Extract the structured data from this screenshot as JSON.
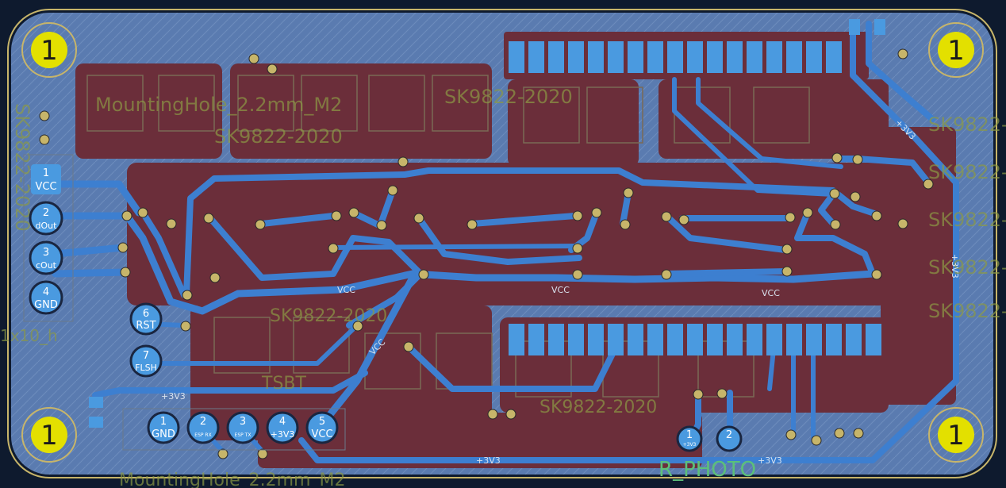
{
  "board": {
    "mounting_hole_label": "1",
    "colors": {
      "background": "#0e1a2e",
      "copper_pour": "#5a7bb0",
      "track": "#3d7fd0",
      "clearance": "#6b2e3a",
      "pad": "#4a9ae0",
      "drill_ring": "#c7b56a",
      "hole_yellow": "#e3e000",
      "silkscreen": "#8c9a45"
    },
    "left_connector": [
      {
        "num": "1",
        "name": "VCC"
      },
      {
        "num": "2",
        "name": "dOut"
      },
      {
        "num": "3",
        "name": "cOut"
      },
      {
        "num": "4",
        "name": "GND"
      }
    ],
    "prog_pads": [
      {
        "num": "6",
        "name": "RST"
      },
      {
        "num": "7",
        "name": "FLSH"
      }
    ],
    "bottom_connector": [
      {
        "num": "1",
        "name": "GND"
      },
      {
        "num": "2",
        "name": "ESP RX"
      },
      {
        "num": "3",
        "name": "ESP TX"
      },
      {
        "num": "4",
        "name": "+3V3"
      },
      {
        "num": "5",
        "name": "VCC"
      }
    ],
    "photo_pads": [
      {
        "num": "1",
        "name": "+3V3"
      },
      {
        "num": "2",
        "name": ""
      }
    ],
    "net_labels": {
      "vcc": "VCC",
      "v33": "+3V3"
    },
    "silk_texts": {
      "photo_ref": "R_PHOTO",
      "led_ref": "SK9822-2020",
      "mount_ref": "MountingHole_2.2mm_M2",
      "header_ref": "TSBT",
      "pinheader_ref": "1x10_h"
    }
  }
}
